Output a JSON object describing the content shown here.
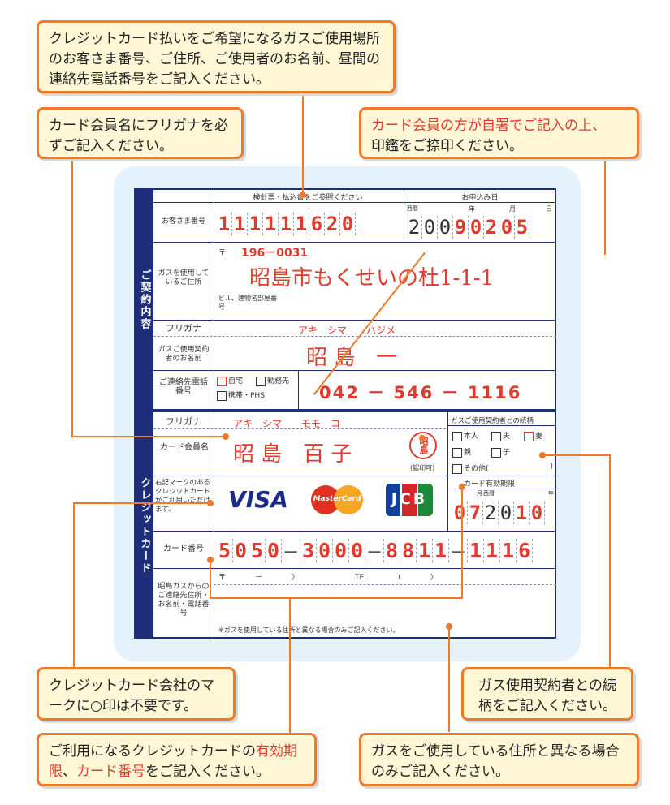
{
  "callouts": {
    "top": "クレジットカード払いをご希望になるガスご使用場所のお客さま番号、ご住所、ご使用者のお名前、昼間の連絡先電話番号をご記入ください。",
    "furigana": "カード会員名にフリガナを必ずご記入ください。",
    "seal_red": "カード会員の方が自署でご記入の上、",
    "seal_black": "印鑑をご捺印ください。",
    "mark": "クレジットカード会社のマークに○印は不要です。",
    "relation": "ガス使用契約者との続柄をご記入ください。",
    "expiry_pre": "ご利用になるクレジットカードの",
    "expiry_red1": "有効期限",
    "expiry_sep": "、",
    "expiry_red2": "カード番号",
    "expiry_post": "をご記入ください。",
    "address": "ガスをご使用している住所と異なる場合のみご記入ください。"
  },
  "contract": {
    "band": "ご契約内容",
    "meter_note": "検針票・払込書をご参照ください",
    "apply_date": "お申込み日",
    "customer_label": "お客さま番号",
    "customer_digits": [
      "1",
      "1",
      "1",
      "1",
      "1",
      "1",
      "6",
      "2",
      "0"
    ],
    "era_label": "西暦",
    "year_label": "年",
    "month_label": "月",
    "day_label": "日",
    "date_digits": [
      "2",
      "0",
      "0",
      "9",
      "0",
      "2",
      "0",
      "5"
    ],
    "address_label": "ガスを使用しているご住所",
    "postal_prefix": "〒",
    "postal": "196－0031",
    "address": "昭島市もくせいの杜1-1-1",
    "building_label": "ビル、建物名部屋番号",
    "furigana_label": "フリガナ",
    "furigana": "アキ　シマ　　ハジメ",
    "user_label": "ガスご使用契約者のお名前",
    "user_name": "昭 島　一",
    "phone_label": "ご連絡先電話番号",
    "phone_opt1": "自宅",
    "phone_opt2": "勤務先",
    "phone_opt3": "携帯・PHS",
    "phone": "042 － 546 － 1116"
  },
  "card": {
    "band": "クレジットカード",
    "furigana_label": "フリガナ",
    "furigana": "アキ　シマ　　モモ　コ",
    "member_label": "カード会員名",
    "member_name": "昭 島　百 子",
    "seal_text": "昭島",
    "seal_note": "(認印可)",
    "relation_title": "ガスご使用契約者との続柄",
    "rel_self": "本人",
    "rel_husband": "夫",
    "rel_wife": "妻",
    "rel_parent": "親",
    "rel_child": "子",
    "rel_other": "その他(",
    "rel_other_close": ")",
    "mark_label": "右記マークのあるクレジットカードがご利用いただけます。",
    "visa": "VISA",
    "mastercard": "MasterCard",
    "jcb": "JCB",
    "expiry_title": "カード有効期限",
    "expiry_month_label": "月",
    "expiry_era_label": "西暦",
    "expiry_year_label": "年",
    "expiry_digits": [
      "0",
      "7",
      "2",
      "0",
      "1",
      "0"
    ],
    "number_label": "カード番号",
    "number_g1": [
      "5",
      "0",
      "5",
      "0"
    ],
    "number_g2": [
      "3",
      "0",
      "0",
      "0"
    ],
    "number_g3": [
      "8",
      "8",
      "1",
      "1"
    ],
    "number_g4": [
      "1",
      "1",
      "1",
      "6"
    ],
    "contact_label": "昭島ガスからのご連絡先住所・お名前・電話番号",
    "contact_postal": "〒　　　　－　　　　〉",
    "contact_tel": "TEL　　　　（　　　　〉",
    "contact_note": "※ガスを使用している住所と異なる場合のみご記入ください。"
  }
}
